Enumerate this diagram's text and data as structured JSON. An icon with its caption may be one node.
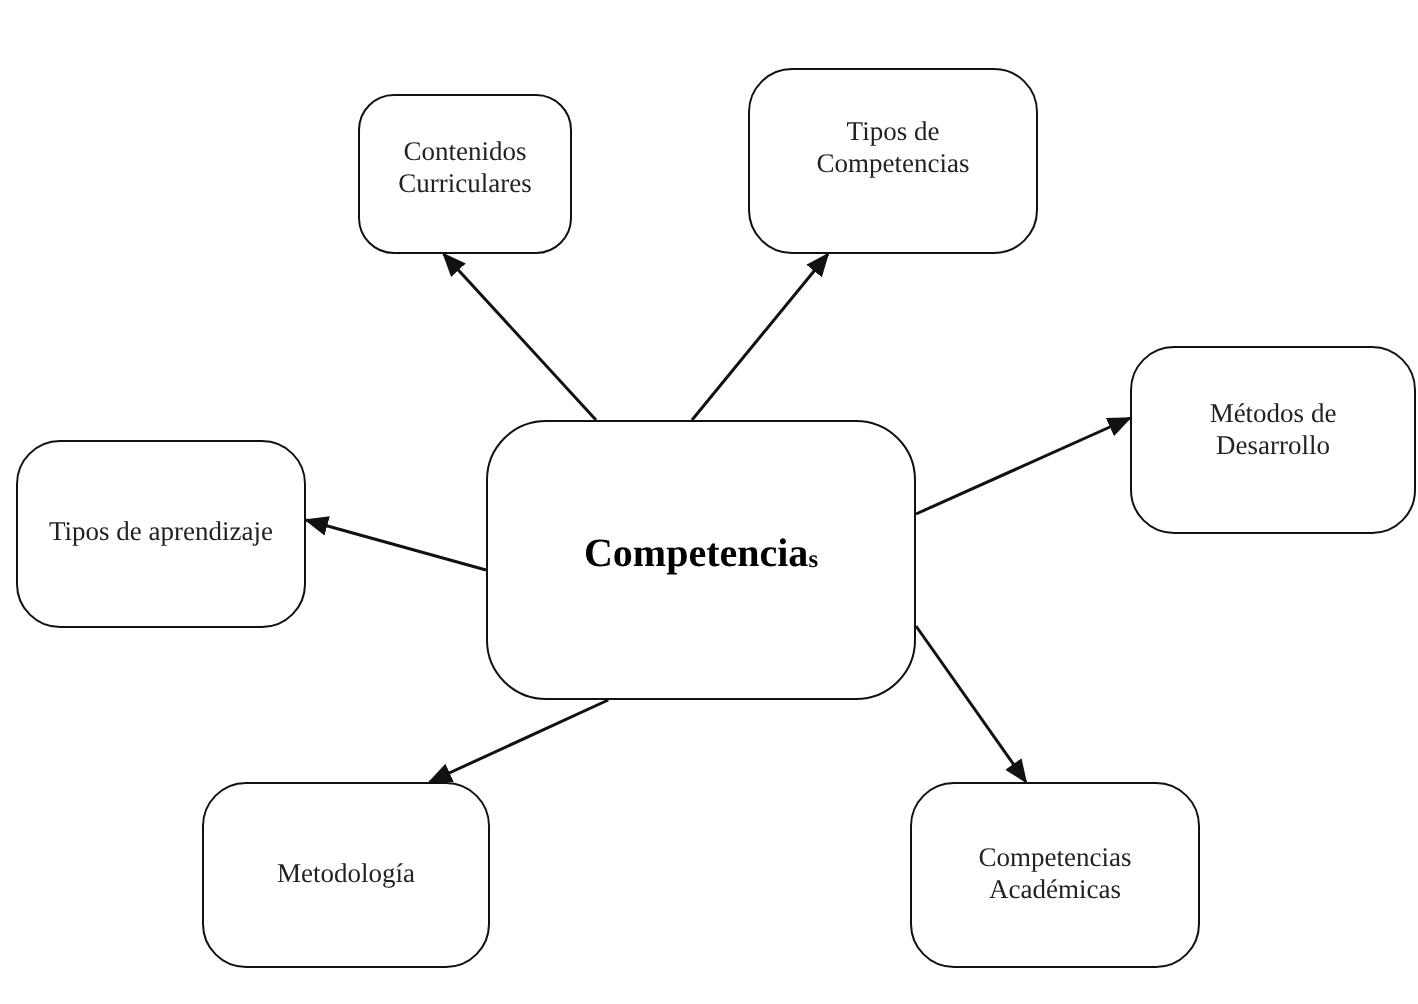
{
  "diagram": {
    "nodes": [
      {
        "text": [
          "Contenidos Curriculares"
        ]
      },
      {
        "text": [
          "Tipos de Competencias"
        ]
      },
      {
        "text": [
          "Métodos de Desarrollo"
        ]
      },
      {
        "text": [
          "Tipos de aprendizaje"
        ]
      },
      {
        "text": [
          "Competencia$_{s}$"
        ]
      },
      {
        "text": [
          "Metodología"
        ]
      },
      {
        "text": [
          "Competencias Académicas"
        ]
      }
    ],
    "edges": [
      {
        "from": 4,
        "to": 0,
        "arrow": "to"
      },
      {
        "from": 4,
        "to": 1,
        "arrow": "to"
      },
      {
        "from": 4,
        "to": 2,
        "arrow": "to"
      },
      {
        "from": 4,
        "to": 3,
        "arrow": "to"
      },
      {
        "from": 4,
        "to": 5,
        "arrow": "to"
      },
      {
        "from": 4,
        "to": 6,
        "arrow": "to"
      }
    ]
  }
}
